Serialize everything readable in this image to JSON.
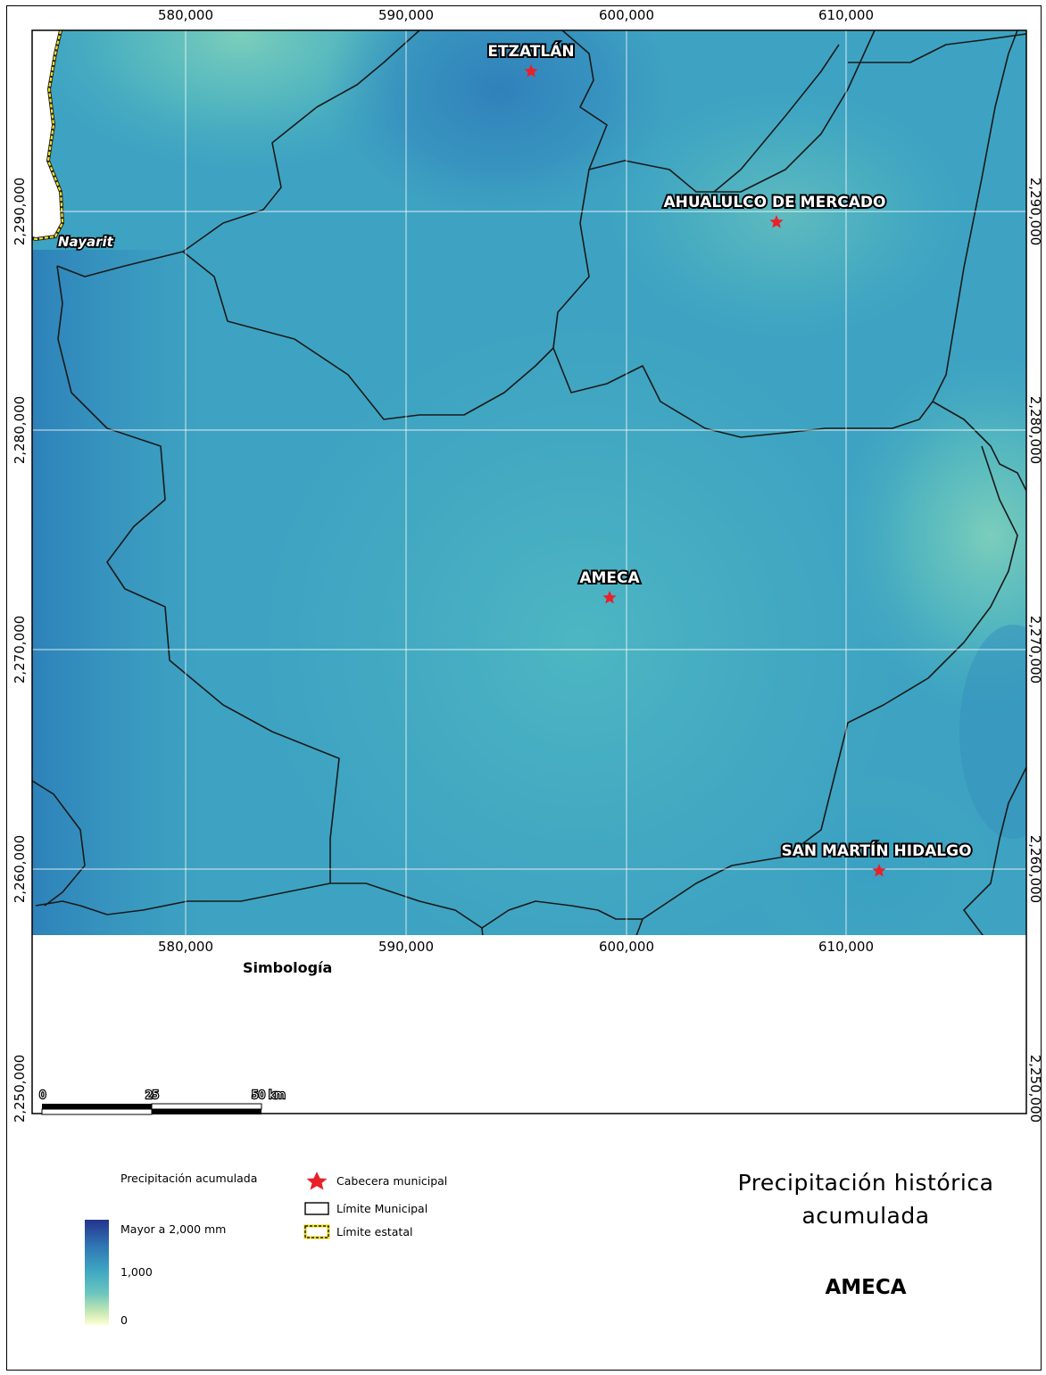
{
  "map": {
    "ticks_x_top": [
      "580,000",
      "590,000",
      "600,000",
      "610,000"
    ],
    "ticks_x_bottom": [
      "580,000",
      "590,000",
      "600,000",
      "610,000"
    ],
    "ticks_y_left": [
      "2,290,000",
      "2,280,000",
      "2,270,000",
      "2,260,000",
      "2,250,000"
    ],
    "ticks_y_right": [
      "2,290,000",
      "2,280,000",
      "2,270,000",
      "2,260,000",
      "2,250,000"
    ],
    "places": [
      {
        "name": "ETZATLÁN"
      },
      {
        "name": "AHUALULCO DE MERCADO"
      },
      {
        "name": "AMECA"
      },
      {
        "name": "SAN MARTÍN HIDALGO"
      }
    ],
    "state_label": "Nayarit",
    "scale_bar": {
      "labels": [
        "0",
        "25",
        "50 km"
      ]
    }
  },
  "legend": {
    "title": "Simbología",
    "precip_title": "Precipitación acumulada",
    "ramp_labels": [
      "Mayor a 2,000 mm",
      "1,000",
      "0"
    ],
    "ramp_colors": [
      "#25338c",
      "#41a9c2",
      "#ffffd4"
    ],
    "symbols": [
      {
        "label": "Cabecera municipal",
        "icon": "red-star-icon"
      },
      {
        "label": "Límite Municipal",
        "icon": "black-outline-box-icon"
      },
      {
        "label": "Límite estatal",
        "icon": "yellow-dashed-box-icon"
      }
    ]
  },
  "title": {
    "main": "Precipitación histórica acumulada",
    "subject": "AMECA"
  },
  "colors": {
    "base": "#42a6c3",
    "dark": "#2f8ec0",
    "light": "#58bfbf",
    "boundary": "#1a1a1a",
    "state_line": "#f2e11f",
    "star": "#e8202a"
  }
}
